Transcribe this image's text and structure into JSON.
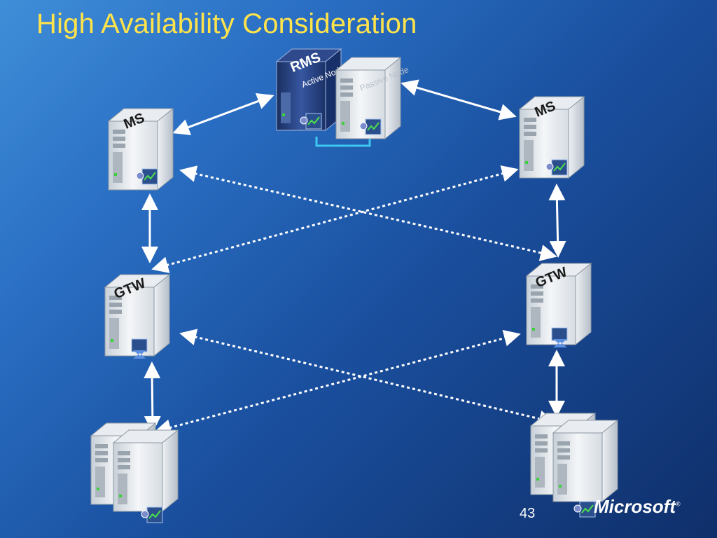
{
  "title": "High Availability Consideration",
  "page_number": "43",
  "logo_text": "Microsoft",
  "servers": {
    "rms_label": "RMS",
    "active_node": "Active Node",
    "passive_node": "Passive Node",
    "ms_left": "MS",
    "ms_right": "MS",
    "gtw_left": "GTW",
    "gtw_right": "GTW"
  },
  "connections": {
    "solid": [
      "RMS-MS left",
      "RMS-MS right",
      "MS-GTW left",
      "MS-GTW right",
      "GTW-Agents left",
      "GTW-Agents right"
    ],
    "dashed": [
      "MS left-GTW right",
      "MS right-GTW left",
      "GTW left-Agents right",
      "GTW right-Agents left"
    ]
  },
  "colors": {
    "title": "#ffe34a",
    "arrow": "#ffffff",
    "cluster_link": "#3cc8f0",
    "rms_body": "#1e3a78"
  }
}
